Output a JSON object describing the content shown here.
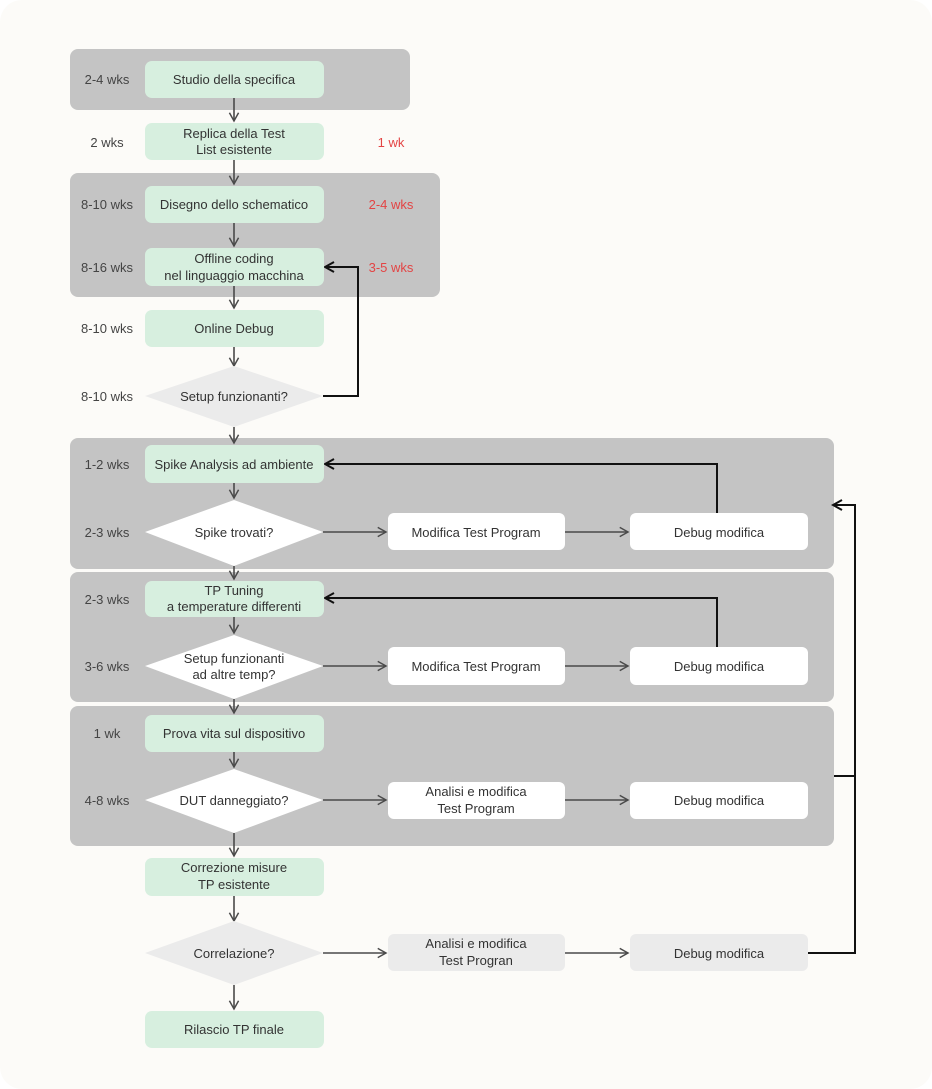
{
  "colors": {
    "page_bg": "#fcfbf8",
    "group_bg": "#c4c4c4",
    "step_fill": "#d7efdf",
    "decision_fill": "#ebebeb",
    "action_fill": "#ffffff",
    "alt_action_fill": "#ebebeb",
    "estimate_red": "#e34444",
    "arrow": "#4a4a4a",
    "loop": "#111111"
  },
  "steps": {
    "studio": "Studio della specifica",
    "replica": [
      "Replica della Test",
      "List esistente"
    ],
    "disegno": "Disegno dello schematico",
    "offline": [
      "Offline coding",
      "nel linguaggio macchina"
    ],
    "online": "Online Debug",
    "setup_q": "Setup funzionanti?",
    "spike": "Spike Analysis ad ambiente",
    "spike_q": "Spike trovati?",
    "mod1": "Modifica Test Program",
    "dbg1": "Debug modifica",
    "tp_tuning": [
      "TP Tuning",
      "a temperature differenti"
    ],
    "setup_temp_q": [
      "Setup funzionanti",
      "ad altre temp?"
    ],
    "mod2": "Modifica Test Program",
    "dbg2": "Debug modifica",
    "prova": "Prova vita sul dispositivo",
    "dut_q": "DUT danneggiato?",
    "analisi1": [
      "Analisi e modifica",
      "Test Program"
    ],
    "dbg3": "Debug modifica",
    "correzione": [
      "Correzione misure",
      "TP esistente"
    ],
    "corr_q": "Correlazione?",
    "analisi2": [
      "Analisi e modifica",
      "Test Progran"
    ],
    "dbg4": "Debug modifica",
    "rilascio": "Rilascio TP finale"
  },
  "durations": {
    "studio": "2-4 wks",
    "replica": "2 wks",
    "disegno": "8-10 wks",
    "offline": "8-16 wks",
    "online": "8-10 wks",
    "setup_q": "8-10 wks",
    "spike": "1-2 wks",
    "spike_q": "2-3 wks",
    "tp_tuning": "2-3 wks",
    "setup_temp_q": "3-6 wks",
    "prova": "1 wk",
    "dut_q": "4-8 wks"
  },
  "reduced_estimates": {
    "replica": "1 wk",
    "disegno": "2-4 wks",
    "offline": "3-5 wks"
  }
}
